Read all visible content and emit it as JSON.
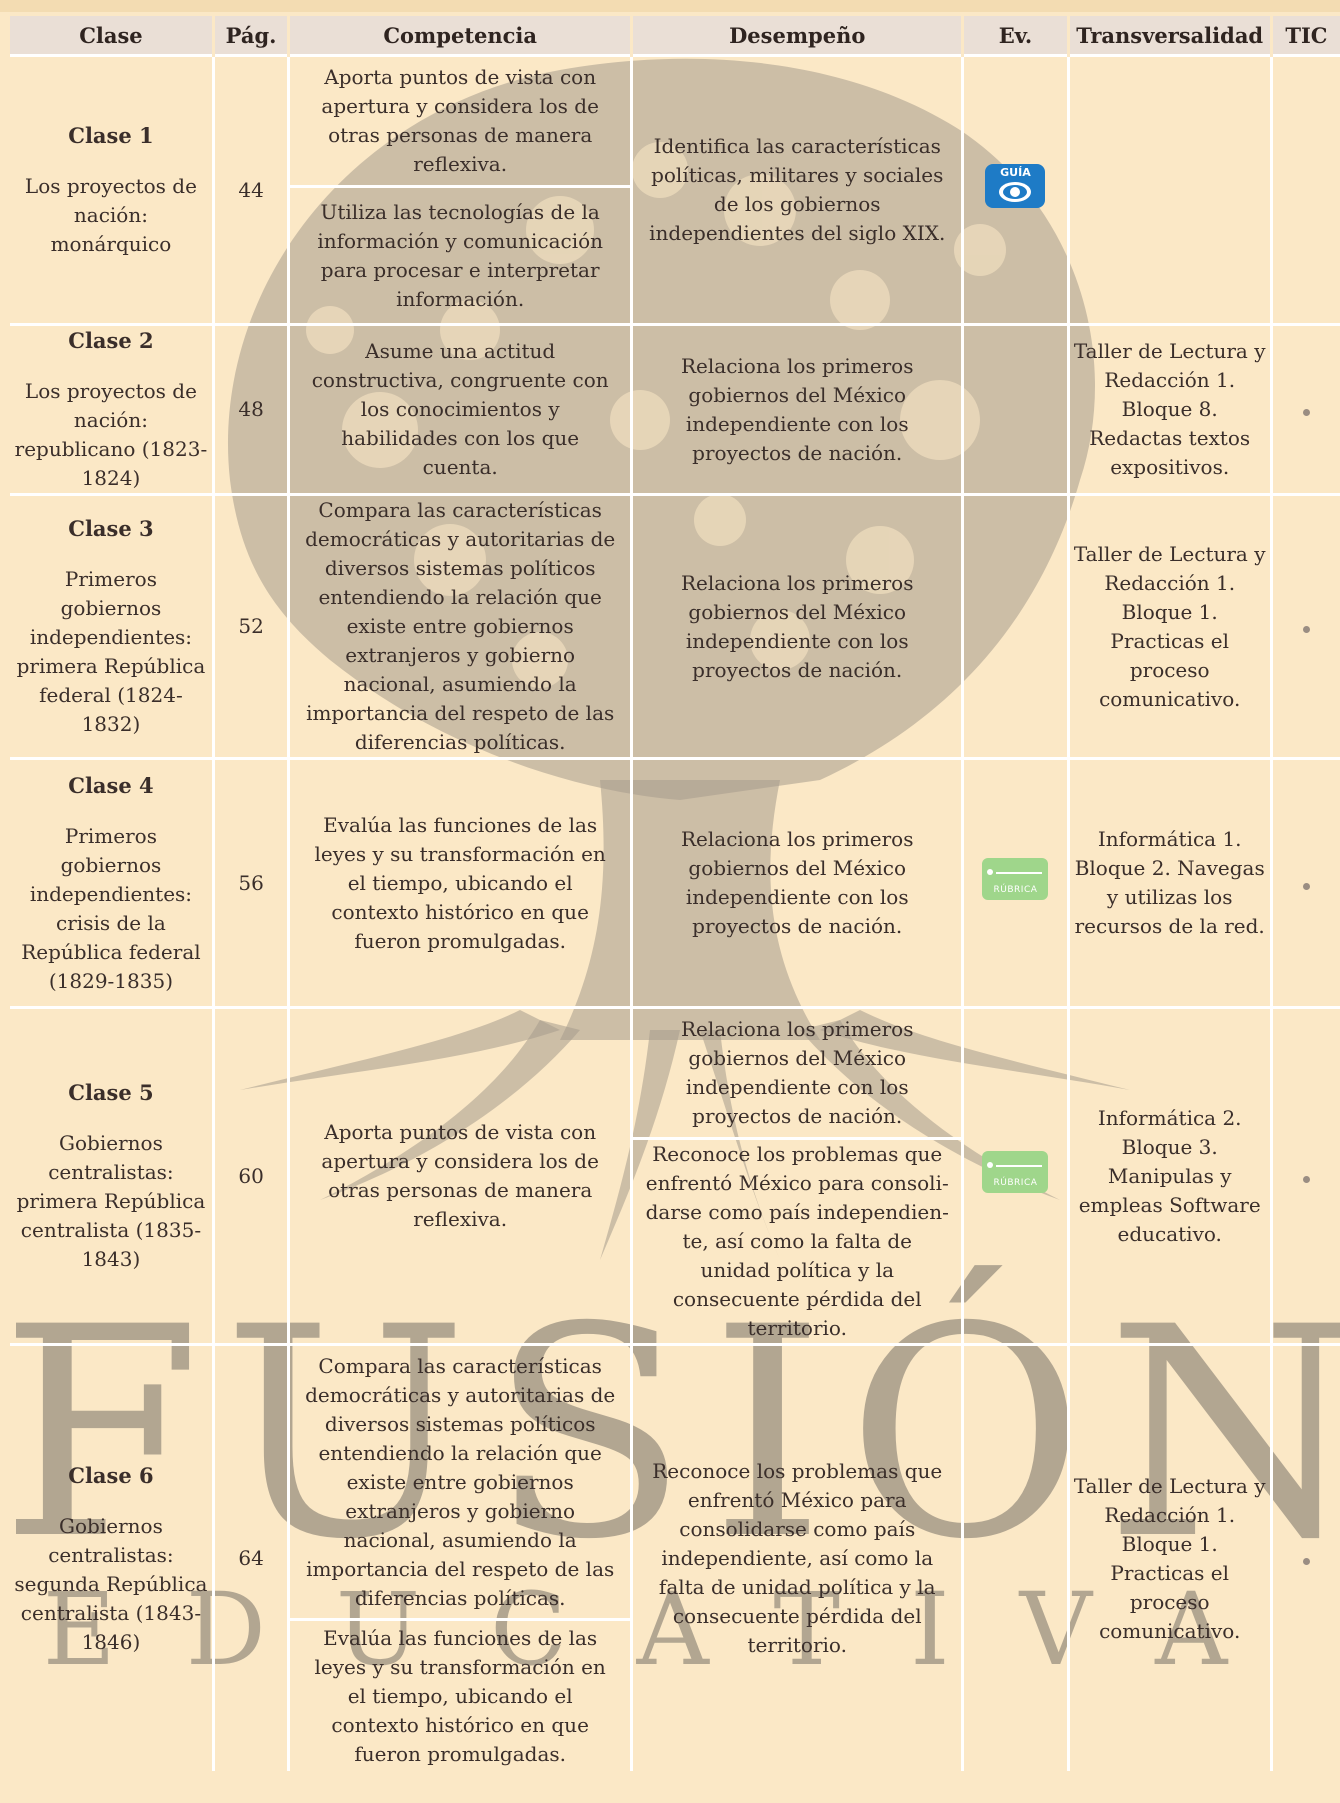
{
  "header": {
    "clase": "Clase",
    "pag": "Pág.",
    "competencia": "Competencia",
    "desempeno": "Desempeño",
    "ev": "Ev.",
    "transversalidad": "Transversalidad",
    "tic": "TIC"
  },
  "badges": {
    "guia": "GUÍA",
    "rubrica": "RÚBRICA"
  },
  "watermark": {
    "title": "FUSIÓN",
    "subtitle": "EDUCATIVA"
  },
  "rows": [
    {
      "clase_num": "Clase 1",
      "clase_title": "Los proyectos de nación: monárquico",
      "pag": "44",
      "competencias": [
        "Aporta puntos de vista con apertura y considera los de otras personas de manera reflexiva.",
        "Utiliza las tecnologías de la información y comunicación para procesar e interpretar información."
      ],
      "desempenos": [
        "Identifica las características políticas, militares y sociales de los gobiernos independientes del siglo XIX."
      ],
      "ev": "guia",
      "transversalidad": "",
      "tic": ""
    },
    {
      "clase_num": "Clase 2",
      "clase_title": "Los proyectos de nación: republicano (1823-1824)",
      "pag": "48",
      "competencias": [
        "Asume una actitud constructiva, congruente con los conocimientos y habilidades con los que cuenta."
      ],
      "desempenos": [
        "Relaciona los primeros gobiernos del México independiente con los proyectos de nación."
      ],
      "ev": "",
      "transversalidad": "Taller de Lectura y Redacción 1. Bloque 8. Redactas textos expositivos.",
      "tic": "•"
    },
    {
      "clase_num": "Clase 3",
      "clase_title": "Primeros gobiernos independientes: primera República federal (1824-1832)",
      "pag": "52",
      "competencias": [
        "Compara las características democráticas y autoritarias de diversos sistemas políticos entendiendo la relación que existe entre gobiernos extranjeros y gobierno nacional, asumiendo la importancia del respeto de las diferencias políticas."
      ],
      "desempenos": [
        "Relaciona los primeros gobiernos del México independiente con los proyectos de nación."
      ],
      "ev": "",
      "transversalidad": "Taller de Lectura y Redacción 1. Bloque 1. Practicas el proceso comunicativo.",
      "tic": "•"
    },
    {
      "clase_num": "Clase 4",
      "clase_title": "Primeros gobiernos independientes: crisis de la República federal (1829-1835)",
      "pag": "56",
      "competencias": [
        "Evalúa las funciones de las leyes y su transformación en el tiempo, ubicando el contexto histórico en que fueron promulgadas."
      ],
      "desempenos": [
        "Relaciona los primeros gobiernos del México independiente con los proyectos de nación."
      ],
      "ev": "rubrica",
      "transversalidad": "Informática 1. Bloque 2. Navegas y utilizas los recursos de la red.",
      "tic": "•"
    },
    {
      "clase_num": "Clase 5",
      "clase_title": "Gobiernos centralistas: primera República centralista (1835-1843)",
      "pag": "60",
      "competencias": [
        "Aporta puntos de vista con apertura y considera los de otras personas de manera reflexiva."
      ],
      "desempenos": [
        "Relaciona los primeros gobiernos del México independiente con los proyectos de nación.",
        "Reconoce los problemas que enfrentó México para consoli-darse como país independien-te, así como la falta de unidad política y la consecuente pérdida del territorio."
      ],
      "ev": "rubrica",
      "transversalidad": "Informática 2. Bloque 3. Manipulas y empleas Software educativo.",
      "tic": "•"
    },
    {
      "clase_num": "Clase 6",
      "clase_title": "Gobiernos centralistas: segunda República centralista (1843-1846)",
      "pag": "64",
      "competencias": [
        "Compara las características democráticas y autoritarias de diversos sistemas políticos entendiendo la relación que existe entre gobiernos extranjeros y gobierno nacional, asumiendo la importancia del respeto de las diferencias políticas.",
        "Evalúa las funciones de las leyes y su transformación en el tiempo, ubicando el contexto histórico en que fueron promulgadas."
      ],
      "desempenos": [
        "Reconoce los problemas que enfrentó México para consolidarse como país independiente, así como la falta de unidad política y la consecuente pérdida del territorio."
      ],
      "ev": "",
      "transversalidad": "Taller de Lectura y Redacción 1. Bloque 1. Practicas el proceso comunicativo.",
      "tic": "•"
    }
  ]
}
